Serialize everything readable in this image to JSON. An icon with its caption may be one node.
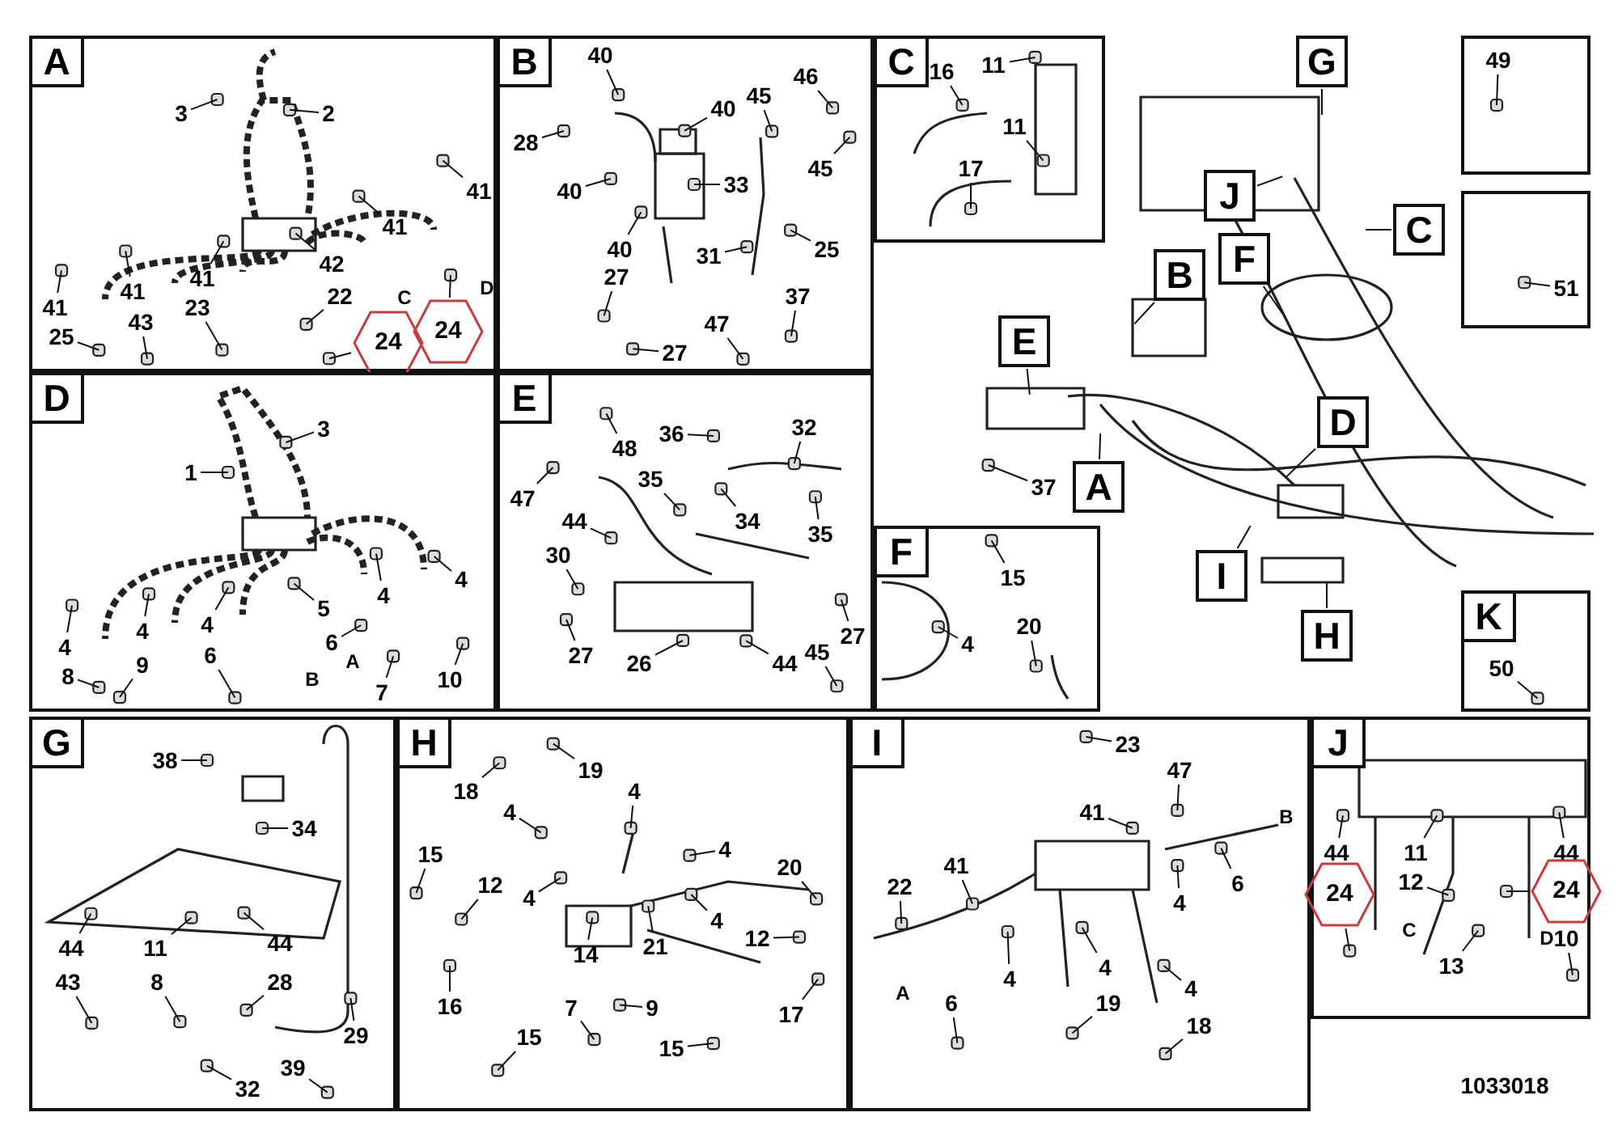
{
  "diagram": {
    "nodes": [
      {
        "text": [],
        "shape": "box"
      },
      {
        "text": [
          "3"
        ],
        "in": 0
      },
      {
        "text": [
          "2"
        ],
        "in": 0
      },
      {
        "text": [
          "41"
        ],
        "in": 0
      },
      {
        "text": [
          "41"
        ],
        "in": 0
      },
      {
        "text": [
          "42"
        ],
        "in": 0
      },
      {
        "text": [
          "41"
        ],
        "in": 0
      },
      {
        "text": [
          "22"
        ],
        "in": 0
      },
      {
        "text": [
          "41"
        ],
        "in": 0
      },
      {
        "text": [
          "23"
        ],
        "in": 0
      },
      {
        "text": [
          "41"
        ],
        "in": 0
      },
      {
        "text": [
          "43"
        ],
        "in": 0
      },
      {
        "text": [
          "25"
        ],
        "in": 0
      },
      {
        "text": [
          "24"
        ],
        "in": 0
      },
      {
        "text": [
          "24"
        ],
        "in": 0
      },
      {
        "text": [],
        "shape": "box"
      },
      {
        "text": [
          "40"
        ],
        "in": 15
      },
      {
        "text": [
          "46"
        ],
        "in": 15
      },
      {
        "text": [
          "45"
        ],
        "in": 15
      },
      {
        "text": [
          "40"
        ],
        "in": 15
      },
      {
        "text": [
          "28"
        ],
        "in": 15
      },
      {
        "text": [
          "45"
        ],
        "in": 15
      },
      {
        "text": [
          "33"
        ],
        "in": 15
      },
      {
        "text": [
          "40"
        ],
        "in": 15
      },
      {
        "text": [
          "31"
        ],
        "in": 15
      },
      {
        "text": [
          "25"
        ],
        "in": 15
      },
      {
        "text": [
          "40"
        ],
        "in": 15
      },
      {
        "text": [
          "27"
        ],
        "in": 15
      },
      {
        "text": [
          "37"
        ],
        "in": 15
      },
      {
        "text": [
          "47"
        ],
        "in": 15
      },
      {
        "text": [
          "27"
        ],
        "in": 15
      },
      {
        "text": [],
        "shape": "box"
      },
      {
        "text": [
          "16"
        ],
        "in": 31
      },
      {
        "text": [
          "11"
        ],
        "in": 31
      },
      {
        "text": [
          "11"
        ],
        "in": 31
      },
      {
        "text": [
          "17"
        ],
        "in": 31
      },
      {
        "text": [
          "G"
        ]
      },
      {
        "text": [],
        "shape": "box"
      },
      {
        "text": [
          "49"
        ],
        "in": 37
      },
      {
        "text": [
          "J"
        ]
      },
      {
        "text": [],
        "shape": "box"
      },
      {
        "text": [
          "51"
        ],
        "in": 40
      },
      {
        "text": [
          "C"
        ]
      },
      {
        "text": [
          "B"
        ]
      },
      {
        "text": [
          "F"
        ]
      },
      {
        "text": [
          "E"
        ]
      },
      {
        "text": [
          "D"
        ]
      },
      {
        "text": [],
        "shape": "box"
      },
      {
        "text": [
          "3"
        ],
        "in": 47
      },
      {
        "text": [
          "1"
        ],
        "in": 47
      },
      {
        "text": [
          "4"
        ],
        "in": 47
      },
      {
        "text": [
          "4"
        ],
        "in": 47
      },
      {
        "text": [
          "5"
        ],
        "in": 47
      },
      {
        "text": [
          "4"
        ],
        "in": 47
      },
      {
        "text": [
          "4"
        ],
        "in": 47
      },
      {
        "text": [
          "4"
        ],
        "in": 47
      },
      {
        "text": [
          "6"
        ],
        "in": 47
      },
      {
        "text": [
          "6"
        ],
        "in": 47
      },
      {
        "text": [
          "9"
        ],
        "in": 47
      },
      {
        "text": [
          "8"
        ],
        "in": 47
      },
      {
        "text": [
          "7"
        ],
        "in": 47
      },
      {
        "text": [
          "10"
        ],
        "in": 47
      },
      {
        "text": [],
        "shape": "box"
      },
      {
        "text": [
          "36"
        ],
        "in": 62
      },
      {
        "text": [
          "32"
        ],
        "in": 62
      },
      {
        "text": [
          "48"
        ],
        "in": 62
      },
      {
        "text": [
          "35"
        ],
        "in": 62
      },
      {
        "text": [
          "47"
        ],
        "in": 62
      },
      {
        "text": [
          "44"
        ],
        "in": 62
      },
      {
        "text": [
          "34"
        ],
        "in": 62
      },
      {
        "text": [
          "35"
        ],
        "in": 62
      },
      {
        "text": [
          "30"
        ],
        "in": 62
      },
      {
        "text": [
          "27"
        ],
        "in": 62
      },
      {
        "text": [
          "26"
        ],
        "in": 62
      },
      {
        "text": [
          "44"
        ],
        "in": 62
      },
      {
        "text": [
          "45"
        ],
        "in": 62
      },
      {
        "text": [
          "27"
        ],
        "in": 62
      },
      {
        "text": [
          "A"
        ]
      },
      {
        "text": [
          "37"
        ]
      },
      {
        "text": [],
        "shape": "box"
      },
      {
        "text": [
          "15"
        ],
        "in": 79
      },
      {
        "text": [
          "20"
        ],
        "in": 79
      },
      {
        "text": [
          "4"
        ],
        "in": 79
      },
      {
        "text": [
          "I"
        ]
      },
      {
        "text": [],
        "shape": "box"
      },
      {
        "text": [
          "50"
        ],
        "in": 84
      },
      {
        "text": [
          "H"
        ]
      },
      {
        "text": [],
        "shape": "box"
      },
      {
        "text": [
          "38"
        ],
        "in": 87
      },
      {
        "text": [
          "34"
        ],
        "in": 87
      },
      {
        "text": [
          "44"
        ],
        "in": 87
      },
      {
        "text": [
          "11"
        ],
        "in": 87
      },
      {
        "text": [
          "44"
        ],
        "in": 87
      },
      {
        "text": [
          "43"
        ],
        "in": 87
      },
      {
        "text": [
          "8"
        ],
        "in": 87
      },
      {
        "text": [
          "28"
        ],
        "in": 87
      },
      {
        "text": [
          "29"
        ],
        "in": 87
      },
      {
        "text": [
          "39"
        ],
        "in": 87
      },
      {
        "text": [
          "32"
        ],
        "in": 87
      },
      {
        "text": [],
        "shape": "box"
      },
      {
        "text": [
          "19"
        ],
        "in": 99
      },
      {
        "text": [
          "18"
        ],
        "in": 99
      },
      {
        "text": [
          "4"
        ],
        "in": 99
      },
      {
        "text": [
          "4"
        ],
        "in": 99
      },
      {
        "text": [
          "4"
        ],
        "in": 99
      },
      {
        "text": [
          "15"
        ],
        "in": 99
      },
      {
        "text": [
          "20"
        ],
        "in": 99
      },
      {
        "text": [
          "12"
        ],
        "in": 99
      },
      {
        "text": [
          "4"
        ],
        "in": 99
      },
      {
        "text": [
          "4"
        ],
        "in": 99
      },
      {
        "text": [
          "12"
        ],
        "in": 99
      },
      {
        "text": [
          "21"
        ],
        "in": 99
      },
      {
        "text": [
          "14"
        ],
        "in": 99
      },
      {
        "text": [
          "16"
        ],
        "in": 99
      },
      {
        "text": [
          "7"
        ],
        "in": 99
      },
      {
        "text": [
          "9"
        ],
        "in": 99
      },
      {
        "text": [
          "17"
        ],
        "in": 99
      },
      {
        "text": [
          "15"
        ],
        "in": 99
      },
      {
        "text": [
          "15"
        ],
        "in": 99
      },
      {
        "text": [],
        "shape": "box"
      },
      {
        "text": [
          "23"
        ],
        "in": 119
      },
      {
        "text": [
          "47"
        ],
        "in": 119
      },
      {
        "text": [
          "41"
        ],
        "in": 119
      },
      {
        "text": [
          "41"
        ],
        "in": 119
      },
      {
        "text": [
          "22"
        ],
        "in": 119
      },
      {
        "text": [
          "6"
        ],
        "in": 119
      },
      {
        "text": [
          "4"
        ],
        "in": 119
      },
      {
        "text": [
          "4"
        ],
        "in": 119
      },
      {
        "text": [
          "4"
        ],
        "in": 119
      },
      {
        "text": [
          "4"
        ],
        "in": 119
      },
      {
        "text": [
          "6"
        ],
        "in": 119
      },
      {
        "text": [
          "19"
        ],
        "in": 119
      },
      {
        "text": [
          "18"
        ],
        "in": 119
      },
      {
        "text": [],
        "shape": "box"
      },
      {
        "text": [
          "44"
        ],
        "in": 133
      },
      {
        "text": [
          "11"
        ],
        "in": 133
      },
      {
        "text": [
          "44"
        ],
        "in": 133
      },
      {
        "text": [
          "12"
        ],
        "in": 133
      },
      {
        "text": [
          "24"
        ],
        "in": 133
      },
      {
        "text": [
          "24"
        ],
        "in": 133
      },
      {
        "text": [
          "13"
        ],
        "in": 133
      },
      {
        "text": [
          "10"
        ],
        "in": 133
      },
      {
        "text": [
          "A"
        ],
        "in": 0
      },
      {
        "text": [
          "B"
        ],
        "in": 15
      },
      {
        "text": [
          "C"
        ],
        "in": 31
      },
      {
        "text": [
          "D"
        ],
        "in": 47
      },
      {
        "text": [
          "E"
        ],
        "in": 62
      },
      {
        "text": [
          "F"
        ],
        "in": 79
      },
      {
        "text": [
          "K"
        ],
        "in": 84
      },
      {
        "text": [
          "G"
        ],
        "in": 87
      },
      {
        "text": [
          "H"
        ],
        "in": 99
      },
      {
        "text": [
          "I"
        ],
        "in": 119
      },
      {
        "text": [
          "J"
        ],
        "in": 133
      }
    ],
    "edges": [
      {
        "from": 1,
        "to": null,
        "arrow": "none"
      },
      {
        "from": 2,
        "to": null,
        "arrow": "none"
      },
      {
        "from": 3,
        "to": null,
        "arrow": "none"
      },
      {
        "from": 4,
        "to": null,
        "arrow": "none"
      },
      {
        "from": 5,
        "to": null,
        "arrow": "none"
      },
      {
        "from": 6,
        "to": null,
        "arrow": "none"
      },
      {
        "from": 7,
        "to": null,
        "arrow": "none"
      },
      {
        "from": 8,
        "to": null,
        "arrow": "none"
      },
      {
        "from": 9,
        "to": null,
        "arrow": "none"
      },
      {
        "from": 10,
        "to": null,
        "arrow": "none"
      },
      {
        "from": 11,
        "to": null,
        "arrow": "none"
      },
      {
        "from": 12,
        "to": null,
        "arrow": "none"
      },
      {
        "from": 13,
        "to": null,
        "arrow": "none"
      },
      {
        "from": 14,
        "to": null,
        "arrow": "none"
      },
      {
        "from": 16,
        "to": null,
        "arrow": "none"
      },
      {
        "from": 17,
        "to": null,
        "arrow": "none"
      },
      {
        "from": 18,
        "to": null,
        "arrow": "none"
      },
      {
        "from": 19,
        "to": null,
        "arrow": "none"
      },
      {
        "from": 20,
        "to": null,
        "arrow": "none"
      },
      {
        "from": 21,
        "to": null,
        "arrow": "none"
      },
      {
        "from": 22,
        "to": null,
        "arrow": "none"
      },
      {
        "from": 23,
        "to": null,
        "arrow": "none"
      },
      {
        "from": 24,
        "to": null,
        "arrow": "none"
      },
      {
        "from": 25,
        "to": null,
        "arrow": "none"
      },
      {
        "from": 26,
        "to": null,
        "arrow": "none"
      },
      {
        "from": 27,
        "to": null,
        "arrow": "none"
      },
      {
        "from": 28,
        "to": null,
        "arrow": "none"
      },
      {
        "from": 29,
        "to": null,
        "arrow": "none"
      },
      {
        "from": 30,
        "to": null,
        "arrow": "none"
      },
      {
        "from": 32,
        "to": null,
        "arrow": "none"
      },
      {
        "from": 33,
        "to": null,
        "arrow": "none"
      },
      {
        "from": 34,
        "to": null,
        "arrow": "none"
      },
      {
        "from": 35,
        "to": null,
        "arrow": "none"
      },
      {
        "from": 36,
        "to": null,
        "arrow": "none"
      },
      {
        "from": 38,
        "to": null,
        "arrow": "none"
      },
      {
        "from": 39,
        "to": null,
        "arrow": "none"
      },
      {
        "from": 41,
        "to": null,
        "arrow": "none"
      },
      {
        "from": 42,
        "to": null,
        "arrow": "none"
      },
      {
        "from": 43,
        "to": null,
        "arrow": "none"
      },
      {
        "from": 44,
        "to": null,
        "arrow": "none"
      },
      {
        "from": 45,
        "to": null,
        "arrow": "none"
      },
      {
        "from": 46,
        "to": null,
        "arrow": "none"
      },
      {
        "from": 48,
        "to": null,
        "arrow": "none"
      },
      {
        "from": 49,
        "to": null,
        "arrow": "none"
      },
      {
        "from": 50,
        "to": null,
        "arrow": "none"
      },
      {
        "from": 51,
        "to": null,
        "arrow": "none"
      },
      {
        "from": 52,
        "to": null,
        "arrow": "none"
      },
      {
        "from": 53,
        "to": null,
        "arrow": "none"
      },
      {
        "from": 54,
        "to": null,
        "arrow": "none"
      },
      {
        "from": 55,
        "to": null,
        "arrow": "none"
      },
      {
        "from": 56,
        "to": null,
        "arrow": "none"
      },
      {
        "from": 57,
        "to": null,
        "arrow": "none"
      },
      {
        "from": 58,
        "to": null,
        "arrow": "none"
      },
      {
        "from": 59,
        "to": null,
        "arrow": "none"
      },
      {
        "from": 60,
        "to": null,
        "arrow": "none"
      },
      {
        "from": 61,
        "to": null,
        "arrow": "none"
      },
      {
        "from": 63,
        "to": null,
        "arrow": "none"
      },
      {
        "from": 64,
        "to": null,
        "arrow": "none"
      },
      {
        "from": 65,
        "to": null,
        "arrow": "none"
      },
      {
        "from": 66,
        "to": null,
        "arrow": "none"
      },
      {
        "from": 67,
        "to": null,
        "arrow": "none"
      },
      {
        "from": 68,
        "to": null,
        "arrow": "none"
      },
      {
        "from": 69,
        "to": null,
        "arrow": "none"
      },
      {
        "from": 70,
        "to": null,
        "arrow": "none"
      },
      {
        "from": 71,
        "to": null,
        "arrow": "none"
      },
      {
        "from": 72,
        "to": null,
        "arrow": "none"
      },
      {
        "from": 73,
        "to": null,
        "arrow": "none"
      },
      {
        "from": 74,
        "to": null,
        "arrow": "none"
      },
      {
        "from": 75,
        "to": null,
        "arrow": "none"
      },
      {
        "from": 76,
        "to": null,
        "arrow": "none"
      },
      {
        "from": 77,
        "to": null,
        "arrow": "none"
      },
      {
        "from": 78,
        "to": null,
        "arrow": "none"
      },
      {
        "from": 80,
        "to": null,
        "arrow": "none"
      },
      {
        "from": 81,
        "to": null,
        "arrow": "none"
      },
      {
        "from": 82,
        "to": null,
        "arrow": "none"
      },
      {
        "from": 83,
        "to": null,
        "arrow": "none"
      },
      {
        "from": 85,
        "to": null,
        "arrow": "none"
      },
      {
        "from": 86,
        "to": null,
        "arrow": "none"
      },
      {
        "from": 88,
        "to": null,
        "arrow": "none"
      },
      {
        "from": 89,
        "to": null,
        "arrow": "none"
      },
      {
        "from": 90,
        "to": null,
        "arrow": "none"
      },
      {
        "from": 91,
        "to": null,
        "arrow": "none"
      },
      {
        "from": 92,
        "to": null,
        "arrow": "none"
      },
      {
        "from": 93,
        "to": null,
        "arrow": "none"
      },
      {
        "from": 94,
        "to": null,
        "arrow": "none"
      },
      {
        "from": 95,
        "to": null,
        "arrow": "none"
      },
      {
        "from": 96,
        "to": null,
        "arrow": "none"
      },
      {
        "from": 97,
        "to": null,
        "arrow": "none"
      },
      {
        "from": 98,
        "to": null,
        "arrow": "none"
      },
      {
        "from": 100,
        "to": null,
        "arrow": "none"
      },
      {
        "from": 101,
        "to": null,
        "arrow": "none"
      },
      {
        "from": 102,
        "to": null,
        "arrow": "none"
      },
      {
        "from": 103,
        "to": null,
        "arrow": "none"
      },
      {
        "from": 104,
        "to": null,
        "arrow": "none"
      },
      {
        "from": 105,
        "to": null,
        "arrow": "none"
      },
      {
        "from": 106,
        "to": null,
        "arrow": "none"
      },
      {
        "from": 107,
        "to": null,
        "arrow": "none"
      },
      {
        "from": 108,
        "to": null,
        "arrow": "none"
      },
      {
        "from": 109,
        "to": null,
        "arrow": "none"
      },
      {
        "from": 110,
        "to": null,
        "arrow": "none"
      },
      {
        "from": 111,
        "to": null,
        "arrow": "none"
      },
      {
        "from": 112,
        "to": null,
        "arrow": "none"
      },
      {
        "from": 113,
        "to": null,
        "arrow": "none"
      },
      {
        "from": 114,
        "to": null,
        "arrow": "none"
      },
      {
        "from": 115,
        "to": null,
        "arrow": "none"
      },
      {
        "from": 116,
        "to": null,
        "arrow": "none"
      },
      {
        "from": 117,
        "to": null,
        "arrow": "none"
      },
      {
        "from": 118,
        "to": null,
        "arrow": "none"
      },
      {
        "from": 120,
        "to": null,
        "arrow": "none"
      },
      {
        "from": 121,
        "to": null,
        "arrow": "none"
      },
      {
        "from": 122,
        "to": null,
        "arrow": "none"
      },
      {
        "from": 123,
        "to": null,
        "arrow": "none"
      },
      {
        "from": 124,
        "to": null,
        "arrow": "none"
      },
      {
        "from": 125,
        "to": null,
        "arrow": "none"
      },
      {
        "from": 126,
        "to": null,
        "arrow": "none"
      },
      {
        "from": 127,
        "to": null,
        "arrow": "none"
      },
      {
        "from": 128,
        "to": null,
        "arrow": "none"
      },
      {
        "from": 129,
        "to": null,
        "arrow": "none"
      },
      {
        "from": 130,
        "to": null,
        "arrow": "none"
      },
      {
        "from": 131,
        "to": null,
        "arrow": "none"
      },
      {
        "from": 132,
        "to": null,
        "arrow": "none"
      },
      {
        "from": 134,
        "to": null,
        "arrow": "none"
      },
      {
        "from": 135,
        "to": null,
        "arrow": "none"
      },
      {
        "from": 136,
        "to": null,
        "arrow": "none"
      },
      {
        "from": 137,
        "to": null,
        "arrow": "none"
      },
      {
        "from": 138,
        "to": null,
        "arrow": "none"
      },
      {
        "from": 139,
        "to": null,
        "arrow": "none"
      },
      {
        "from": 140,
        "to": null,
        "arrow": "none"
      },
      {
        "from": 141,
        "to": null,
        "arrow": "none"
      }
    ],
    "labels": [
      "C",
      "D",
      "A",
      "B",
      "B",
      "A",
      "C",
      "D",
      "1033018"
    ]
  }
}
